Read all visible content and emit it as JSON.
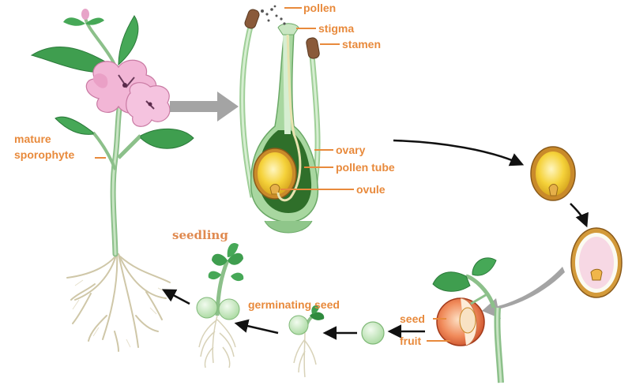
{
  "labels": {
    "pollen": "pollen",
    "stigma": "stigma",
    "stamen": "stamen",
    "ovary": "ovary",
    "pollen_tube": "pollen tube",
    "ovule": "ovule",
    "mature": "mature",
    "sporophyte": "sporophyte",
    "seedling": "seedling",
    "germinating_seed": "germinating seed",
    "seed": "seed",
    "fruit": "fruit"
  },
  "colors": {
    "label": "#e88a3c",
    "leaf": "#3f9e4f",
    "stem": "#a9cfa3",
    "petal": "#f2b6d6",
    "ovule": "#f5d23a",
    "ovary_dark": "#2f6f2a",
    "arrow": "#111111",
    "grey_arrow": "#9a9a9a",
    "root": "#d8d2b8"
  }
}
